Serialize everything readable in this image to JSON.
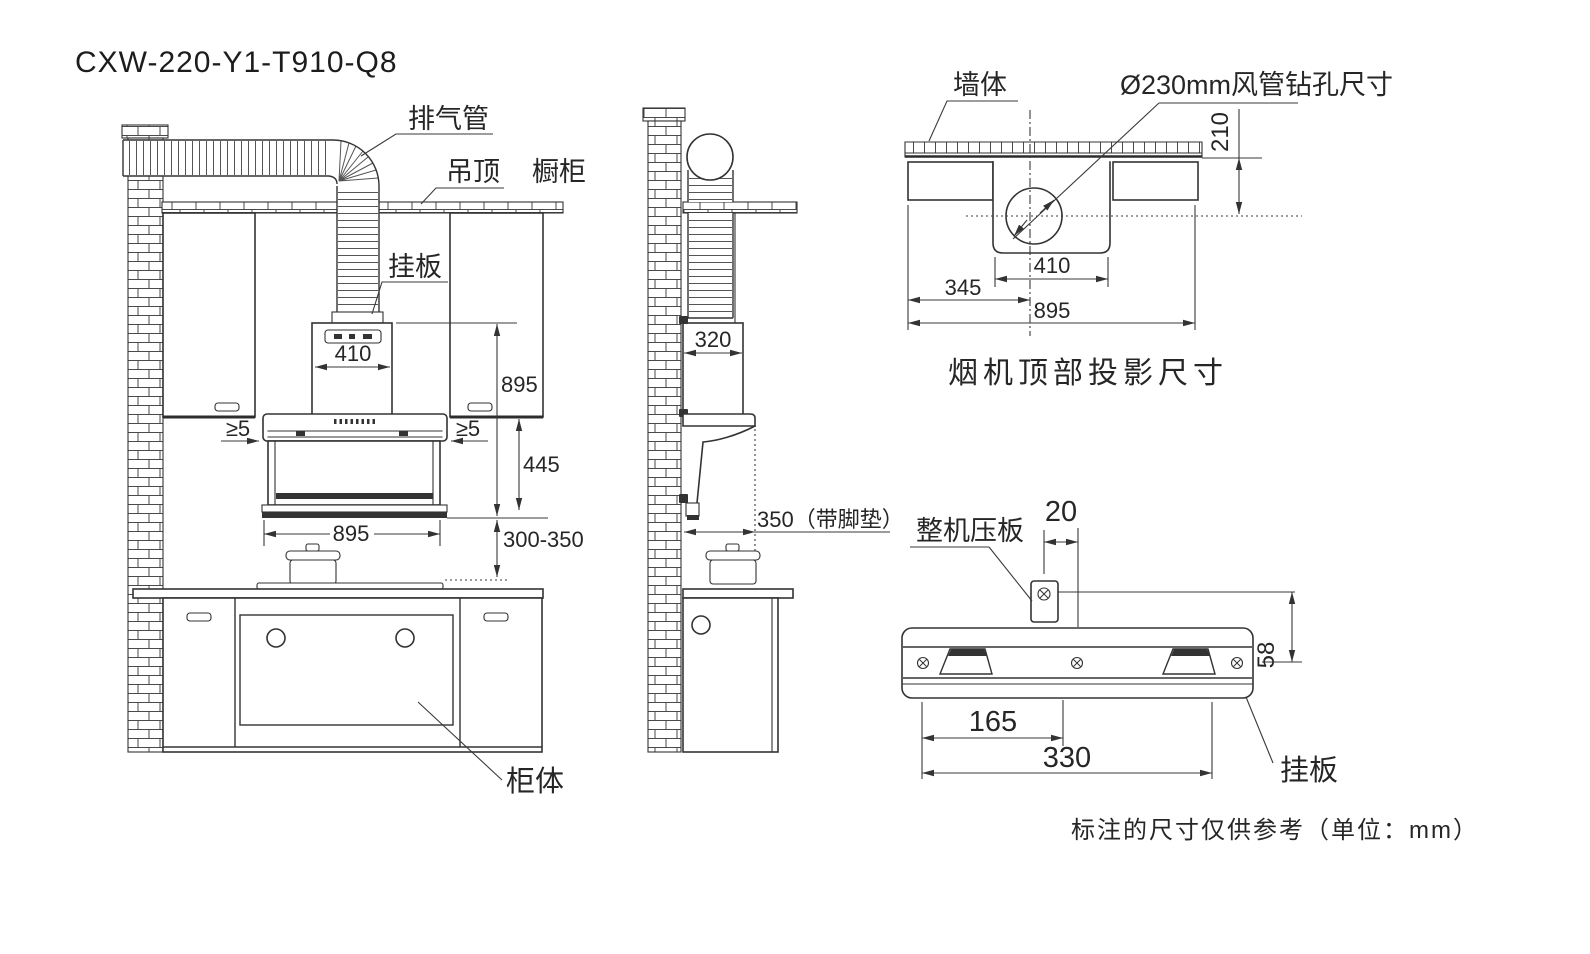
{
  "title": "CXW-220-Y1-T910-Q8",
  "front_view": {
    "labels": {
      "exhaust_duct": "排气管",
      "ceiling": "吊顶",
      "upper_cabinet": "橱柜",
      "hanging_plate": "挂板",
      "base_cabinet": "柜体"
    },
    "dims": {
      "chimney_width": "410",
      "total_height": "895",
      "gap_left": "≥5",
      "gap_right": "≥5",
      "body_height": "445",
      "body_width": "895",
      "hood_to_counter": "300-350"
    }
  },
  "side_view": {
    "dims": {
      "chimney_depth": "320",
      "hood_depth": "350（带脚垫）"
    }
  },
  "top_view": {
    "labels": {
      "wall": "墙体",
      "duct_hole": "Ø230mm风管钻孔尺寸"
    },
    "dims": {
      "wall_to_hole_center": "210",
      "chimney_width": "410",
      "edge_to_center": "345",
      "total_width": "895"
    },
    "caption": "烟机顶部投影尺寸"
  },
  "plate_view": {
    "labels": {
      "press_plate": "整机压板",
      "hanging_plate": "挂板"
    },
    "dims": {
      "center_offset": "20",
      "plate_height": "58",
      "half_hole_spacing": "165",
      "hole_spacing": "330"
    }
  },
  "footnote": "标注的尺寸仅供参考（单位：mm）",
  "colors": {
    "line": "#333333",
    "text": "#262626",
    "background": "#ffffff"
  }
}
